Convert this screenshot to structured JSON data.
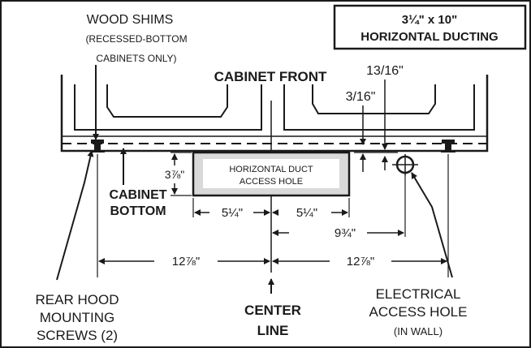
{
  "title_box": {
    "line1": "3¼\" x 10\"",
    "line2": "HORIZONTAL DUCTING"
  },
  "wood_shims": {
    "line1": "WOOD SHIMS",
    "line2": "(RECESSED-BOTTOM",
    "line3": "CABINETS ONLY)"
  },
  "cabinet_front": "CABINET FRONT",
  "cabinet_bottom": {
    "line1": "CABINET",
    "line2": "BOTTOM"
  },
  "duct_hole": {
    "line1": "HORIZONTAL DUCT",
    "line2": "ACCESS HOLE"
  },
  "dims": {
    "d13_16": "13/16\"",
    "d3_16": "3/16\"",
    "d3_7_8": "3⅞\"",
    "d5_1_4_left": "5¼\"",
    "d5_1_4_right": "5¼\"",
    "d9_3_4": "9¾\"",
    "d12_7_8_left": "12⅞\"",
    "d12_7_8_right": "12⅞\""
  },
  "rear_hood": {
    "line1": "REAR HOOD",
    "line2": "MOUNTING",
    "line3": "SCREWS (2)"
  },
  "center_line": {
    "line1": "CENTER",
    "line2": "LINE"
  },
  "electrical": {
    "line1": "ELECTRICAL",
    "line2": "ACCESS HOLE",
    "line3": "(IN WALL)"
  },
  "icons": [
    "screw-icon",
    "electrical-hole-icon"
  ]
}
